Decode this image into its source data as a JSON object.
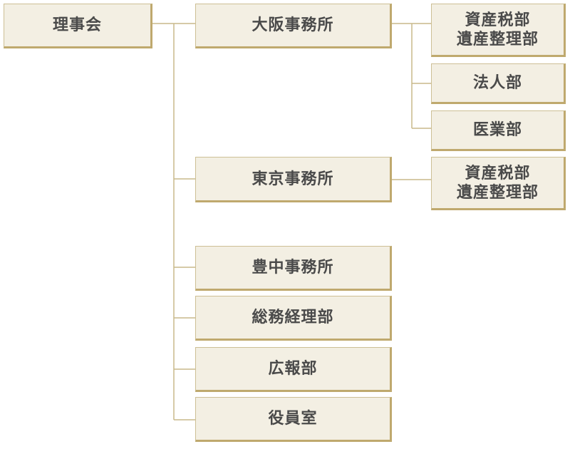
{
  "org": {
    "root": {
      "label": "理事会"
    },
    "osaka": {
      "label": "大阪事務所",
      "departments": [
        {
          "label": "資産税部\n遺産整理部"
        },
        {
          "label": "法人部"
        },
        {
          "label": "医業部"
        }
      ]
    },
    "tokyo": {
      "label": "東京事務所",
      "departments": [
        {
          "label": "資産税部\n遺産整理部"
        }
      ]
    },
    "toyonaka": {
      "label": "豊中事務所"
    },
    "somu": {
      "label": "総務経理部"
    },
    "koho": {
      "label": "広報部"
    },
    "yakuin": {
      "label": "役員室"
    }
  },
  "colors": {
    "box_fill": "#f3efe3",
    "box_shadow": "#bfa96e",
    "line": "#c9b98a",
    "text": "#4a4a4a"
  }
}
